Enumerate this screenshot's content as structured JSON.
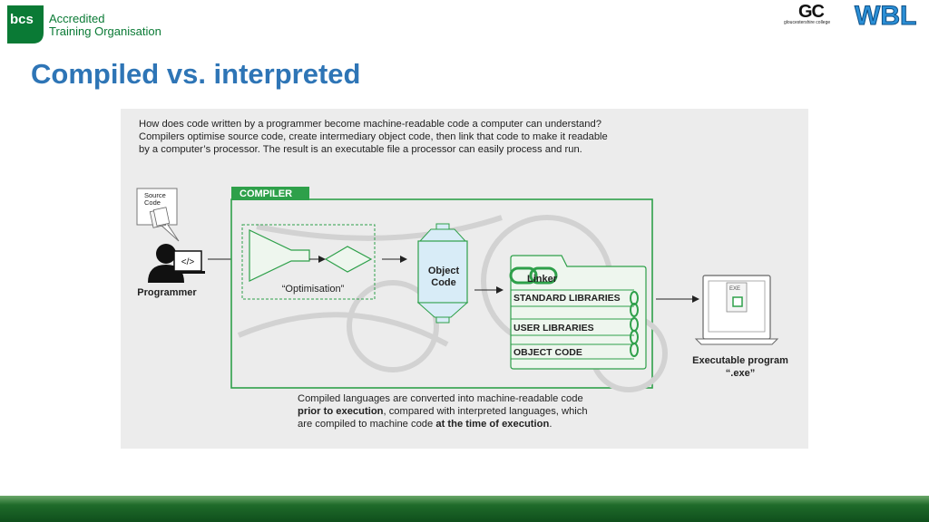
{
  "header": {
    "left_logo": {
      "mark": "bcs",
      "line1": "Accredited",
      "line2": "Training Organisation"
    },
    "gc_logo": {
      "mark": "GC",
      "subtitle": "gloucestershire college"
    },
    "wbl_logo": {
      "mark": "WBL"
    }
  },
  "slide": {
    "title": "Compiled vs. interpreted"
  },
  "diagram": {
    "intro_lines": [
      "How does code written by a programmer become machine-readable code a computer can understand?",
      "Compilers optimise source code, create intermediary object code, then link that code to make it readable",
      "by a computer’s processor. The result is an executable file a processor can easily process and run."
    ],
    "source_code_label_1": "Source",
    "source_code_label_2": "Code",
    "code_symbol": "</>",
    "programmer_label": "Programmer",
    "compiler_label": "COMPILER",
    "optimisation_label": "“Optimisation”",
    "object_code_label_1": "Object",
    "object_code_label_2": "Code",
    "linker_label": "Linker",
    "libraries": [
      "STANDARD LIBRARIES",
      "USER LIBRARIES",
      "OBJECT CODE"
    ],
    "exe_tag": "EXE",
    "executable_label_1": "Executable program",
    "executable_label_2": "“.exe”",
    "bottom_line1": "Compiled languages are converted into machine-readable code",
    "bottom_line2_bold": "prior to execution",
    "bottom_line2_rest": ", compared with interpreted languages, which",
    "bottom_line3_start": "are compiled to machine code ",
    "bottom_line3_bold": "at the time of execution",
    "bottom_line3_end": "."
  },
  "colors": {
    "brand_green": "#0a7a35",
    "title_blue": "#2e75b6",
    "compiler_green": "#2ea04a",
    "wbl_blue": "#2b8fd6"
  }
}
